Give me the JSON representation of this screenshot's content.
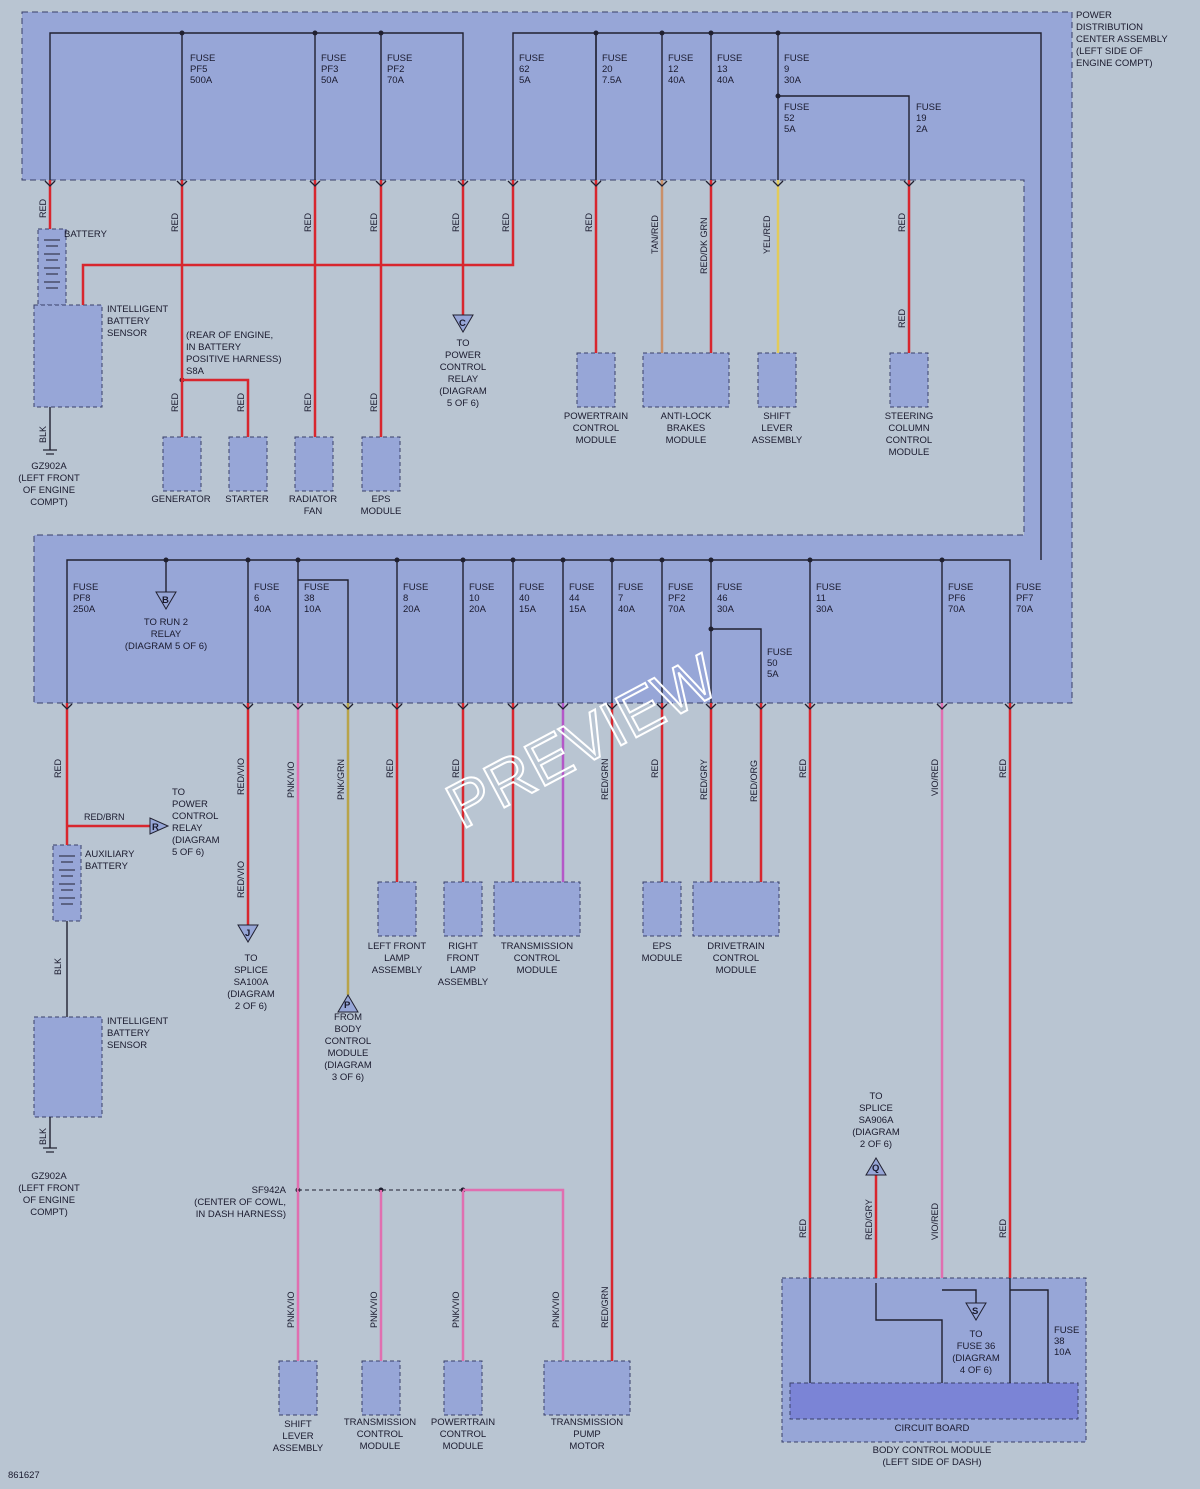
{
  "pdc": {
    "title_lines": [
      "POWER",
      "DISTRIBUTION",
      "CENTER ASSEMBLY",
      "(LEFT SIDE OF",
      "ENGINE COMPT)"
    ]
  },
  "fuses": [
    {
      "id": "f_pf5",
      "lines": [
        "FUSE",
        "PF5",
        "500A"
      ]
    },
    {
      "id": "f_pf3",
      "lines": [
        "FUSE",
        "PF3",
        "50A"
      ]
    },
    {
      "id": "f_pf2a",
      "lines": [
        "FUSE",
        "PF2",
        "70A"
      ]
    },
    {
      "id": "f_62",
      "lines": [
        "FUSE",
        "62",
        "5A"
      ]
    },
    {
      "id": "f_20",
      "lines": [
        "FUSE",
        "20",
        "7.5A"
      ]
    },
    {
      "id": "f_12",
      "lines": [
        "FUSE",
        "12",
        "40A"
      ]
    },
    {
      "id": "f_13",
      "lines": [
        "FUSE",
        "13",
        "40A"
      ]
    },
    {
      "id": "f_9",
      "lines": [
        "FUSE",
        "9",
        "30A"
      ]
    },
    {
      "id": "f_52",
      "lines": [
        "FUSE",
        "52",
        "5A"
      ]
    },
    {
      "id": "f_19",
      "lines": [
        "FUSE",
        "19",
        "2A"
      ]
    },
    {
      "id": "f_pf8",
      "lines": [
        "FUSE",
        "PF8",
        "250A"
      ]
    },
    {
      "id": "f_6",
      "lines": [
        "FUSE",
        "6",
        "40A"
      ]
    },
    {
      "id": "f_38",
      "lines": [
        "FUSE",
        "38",
        "10A"
      ]
    },
    {
      "id": "f_8",
      "lines": [
        "FUSE",
        "8",
        "20A"
      ]
    },
    {
      "id": "f_10",
      "lines": [
        "FUSE",
        "10",
        "20A"
      ]
    },
    {
      "id": "f_40",
      "lines": [
        "FUSE",
        "40",
        "15A"
      ]
    },
    {
      "id": "f_44",
      "lines": [
        "FUSE",
        "44",
        "15A"
      ]
    },
    {
      "id": "f_7",
      "lines": [
        "FUSE",
        "7",
        "40A"
      ]
    },
    {
      "id": "f_pf2b",
      "lines": [
        "FUSE",
        "PF2",
        "70A"
      ]
    },
    {
      "id": "f_46",
      "lines": [
        "FUSE",
        "46",
        "30A"
      ]
    },
    {
      "id": "f_50",
      "lines": [
        "FUSE",
        "50",
        "5A"
      ]
    },
    {
      "id": "f_11",
      "lines": [
        "FUSE",
        "11",
        "30A"
      ]
    },
    {
      "id": "f_pf6",
      "lines": [
        "FUSE",
        "PF6",
        "70A"
      ]
    },
    {
      "id": "f_pf7",
      "lines": [
        "FUSE",
        "PF7",
        "70A"
      ]
    },
    {
      "id": "f_38b",
      "lines": [
        "FUSE",
        "38",
        "10A"
      ]
    }
  ],
  "components": [
    {
      "id": "c_ibs1",
      "lines": [
        "INTELLIGENT",
        "BATTERY",
        "SENSOR"
      ]
    },
    {
      "id": "c_gen",
      "lines": [
        "GENERATOR"
      ]
    },
    {
      "id": "c_starter",
      "lines": [
        "STARTER"
      ]
    },
    {
      "id": "c_radfan",
      "lines": [
        "RADIATOR",
        "FAN"
      ]
    },
    {
      "id": "c_eps1",
      "lines": [
        "EPS",
        "MODULE"
      ]
    },
    {
      "id": "c_pcm",
      "lines": [
        "POWERTRAIN",
        "CONTROL",
        "MODULE"
      ]
    },
    {
      "id": "c_abs",
      "lines": [
        "ANTI-LOCK",
        "BRAKES",
        "MODULE"
      ]
    },
    {
      "id": "c_shift1",
      "lines": [
        "SHIFT",
        "LEVER",
        "ASSEMBLY"
      ]
    },
    {
      "id": "c_sccm",
      "lines": [
        "STEERING",
        "COLUMN",
        "CONTROL",
        "MODULE"
      ]
    },
    {
      "id": "c_ibs2",
      "lines": [
        "INTELLIGENT",
        "BATTERY",
        "SENSOR"
      ]
    },
    {
      "id": "c_lflamp",
      "lines": [
        "LEFT FRONT",
        "LAMP",
        "ASSEMBLY"
      ]
    },
    {
      "id": "c_rflamp",
      "lines": [
        "RIGHT",
        "FRONT",
        "LAMP",
        "ASSEMBLY"
      ]
    },
    {
      "id": "c_tcm1",
      "lines": [
        "TRANSMISSION",
        "CONTROL",
        "MODULE"
      ]
    },
    {
      "id": "c_eps2",
      "lines": [
        "EPS",
        "MODULE"
      ]
    },
    {
      "id": "c_dtcm",
      "lines": [
        "DRIVETRAIN",
        "CONTROL",
        "MODULE"
      ]
    },
    {
      "id": "c_shift2",
      "lines": [
        "SHIFT",
        "LEVER",
        "ASSEMBLY"
      ]
    },
    {
      "id": "c_tcm2",
      "lines": [
        "TRANSMISSION",
        "CONTROL",
        "MODULE"
      ]
    },
    {
      "id": "c_pcm2",
      "lines": [
        "POWERTRAIN",
        "CONTROL",
        "MODULE"
      ]
    },
    {
      "id": "c_tpm",
      "lines": [
        "TRANSMISSION",
        "PUMP",
        "MOTOR"
      ]
    },
    {
      "id": "c_bcm",
      "lines": [
        "BODY CONTROL MODULE",
        "(LEFT SIDE OF DASH)"
      ]
    }
  ],
  "notes": [
    {
      "id": "n_batt",
      "lines": [
        "BATTERY"
      ]
    },
    {
      "id": "n_gnd1",
      "lines": [
        "GZ902A",
        "(LEFT FRONT",
        "OF ENGINE",
        "COMPT)"
      ]
    },
    {
      "id": "n_s8a",
      "lines": [
        "(REAR OF ENGINE,",
        "IN BATTERY",
        "POSITIVE HARNESS)",
        "S8A"
      ]
    },
    {
      "id": "n_pcr1",
      "lines": [
        "TO",
        "POWER",
        "CONTROL",
        "RELAY",
        "(DIAGRAM",
        "5 OF 6)"
      ]
    },
    {
      "id": "n_run2",
      "lines": [
        "TO RUN 2",
        "RELAY",
        "(DIAGRAM 5 OF 6)"
      ]
    },
    {
      "id": "n_pcr2",
      "lines": [
        "TO",
        "POWER",
        "CONTROL",
        "RELAY",
        "(DIAGRAM",
        "5 OF 6)"
      ]
    },
    {
      "id": "n_aux",
      "lines": [
        "AUXILIARY",
        "BATTERY"
      ]
    },
    {
      "id": "n_sa100",
      "lines": [
        "TO",
        "SPLICE",
        "SA100A",
        "(DIAGRAM",
        "2 OF 6)"
      ]
    },
    {
      "id": "n_bcm3",
      "lines": [
        "FROM",
        "BODY",
        "CONTROL",
        "MODULE",
        "(DIAGRAM",
        "3 OF 6)"
      ]
    },
    {
      "id": "n_gnd2",
      "lines": [
        "GZ902A",
        "(LEFT FRONT",
        "OF ENGINE",
        "COMPT)"
      ]
    },
    {
      "id": "n_sf942",
      "lines": [
        "SF942A",
        "(CENTER OF COWL,",
        "IN DASH HARNESS)"
      ]
    },
    {
      "id": "n_sa906",
      "lines": [
        "TO",
        "SPLICE",
        "SA906A",
        "(DIAGRAM",
        "2 OF 6)"
      ]
    },
    {
      "id": "n_fuse36",
      "lines": [
        "TO",
        "FUSE 36",
        "(DIAGRAM",
        "4 OF 6)"
      ]
    },
    {
      "id": "n_circ",
      "lines": [
        "CIRCUIT BOARD"
      ]
    },
    {
      "id": "n_fig",
      "lines": [
        "861627"
      ]
    }
  ],
  "wire_colors": [
    "RED",
    "TAN/RED",
    "RED/DK GRN",
    "YEL/RED",
    "RED/BRN",
    "BLK",
    "RED/VIO",
    "PNK/VIO",
    "PNK/GRN",
    "RED/GRY",
    "RED/ORG",
    "VIO/RED",
    "RED/GRN"
  ],
  "offpage_letters": [
    "C",
    "B",
    "R",
    "J",
    "P",
    "Q",
    "S"
  ],
  "watermark": "PREVIEW",
  "colors": {
    "module_fill": "#97a6d7",
    "background": "#b9c5d2",
    "red_wire": "#d8262e",
    "pink_wire": "#e06fb0",
    "yellow_wire": "#e2cb5a",
    "tan_wire": "#c9906a"
  }
}
